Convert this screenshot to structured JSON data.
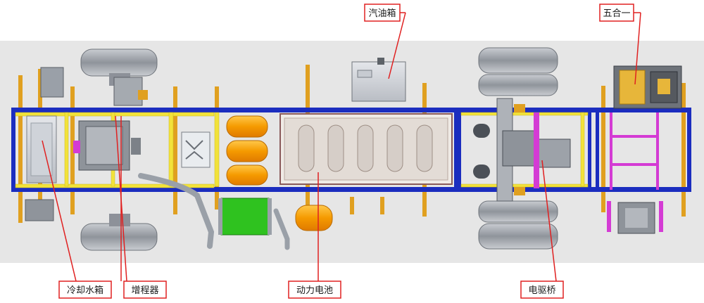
{
  "labels": {
    "fuel_tank": "汽油箱",
    "five_in_one": "五合一",
    "radiator": "冷却水箱",
    "range_extender": "增程器",
    "power_battery": "动力电池",
    "e_axle": "电驱桥"
  },
  "colors": {
    "frame_rail": "#1b2dbf",
    "bracket": "#e0a020",
    "yellow_member": "#f2e23a",
    "air_tank": "#f5a000",
    "battery": "#f0ebe6",
    "battery_outline": "#8a5a5a",
    "green_box": "#2fc21f",
    "magenta_member": "#d43bd4",
    "callout": "#e02020",
    "tire": "#a9adb3",
    "background_band": "#e6e6e6"
  }
}
